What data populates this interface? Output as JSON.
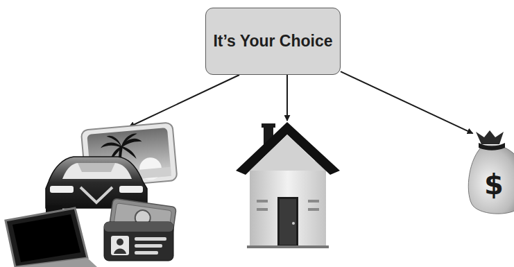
{
  "diagram": {
    "nodes": [
      {
        "text": [
          "It’s Your Choice"
        ]
      },
      {
        "text": [
          "$"
        ]
      }
    ],
    "edges": [
      {
        "from": 0,
        "to": 1,
        "arrow": "to"
      }
    ]
  }
}
